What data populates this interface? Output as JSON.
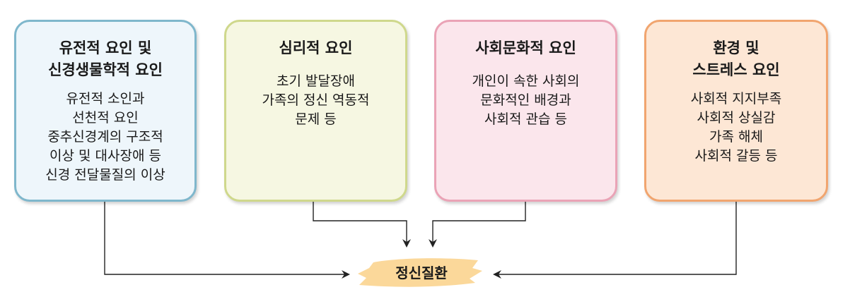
{
  "boxes": [
    {
      "title": [
        "유전적 요인 및",
        "신경생물학적 요인"
      ],
      "body": [
        "유전적 소인과",
        "선천적 요인",
        "중추신경계의 구조적",
        "이상 및 대사장애 등",
        "신경 전달물질의 이상"
      ]
    },
    {
      "title": [
        "심리적 요인"
      ],
      "body": [
        "초기 발달장애",
        "가족의 정신 역동적",
        "문제 등"
      ]
    },
    {
      "title": [
        "사회문화적 요인"
      ],
      "body": [
        "개인이 속한 사회의",
        "문화적인 배경과",
        "사회적 관습 등"
      ]
    },
    {
      "title": [
        "환경 및",
        "스트레스 요인"
      ],
      "body": [
        "사회적 지지부족",
        "사회적 상실감",
        "가족 해체",
        "사회적 갈등 등"
      ]
    }
  ],
  "center": {
    "label": "정신질환"
  },
  "colors": {
    "box1_border": "#7fb7cc",
    "box1_fill": "#eef6fb",
    "box2_border": "#cfd88c",
    "box2_fill": "#f6f7e2",
    "box3_border": "#eaa3b6",
    "box3_fill": "#fbe6ec",
    "box4_border": "#f1a56f",
    "box4_fill": "#fde7d5",
    "highlight": "#fbd89a",
    "arrow": "#222222"
  }
}
